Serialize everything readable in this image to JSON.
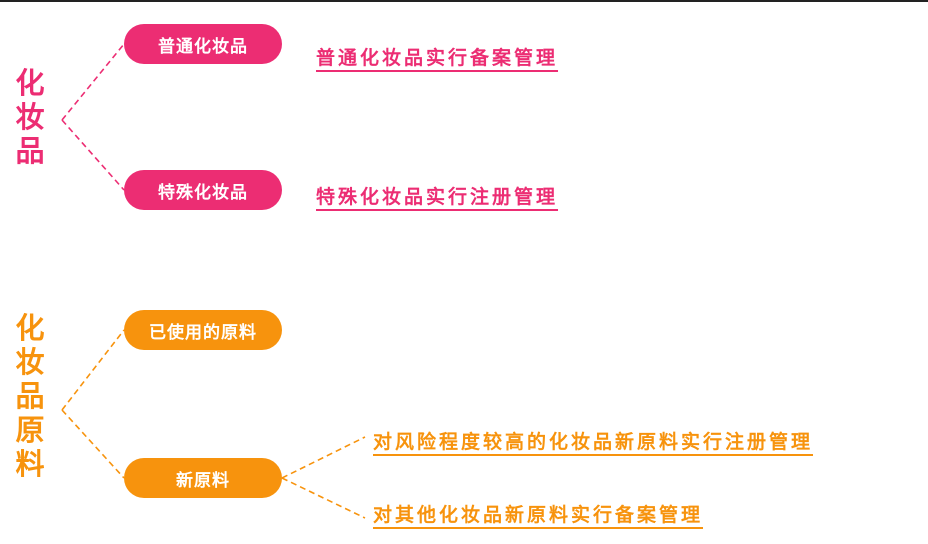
{
  "colors": {
    "cosmetics": "#ec2d73",
    "raw_materials": "#f7930d"
  },
  "cosmetics": {
    "title_chars": [
      "化",
      "妆",
      "品"
    ],
    "branches": [
      {
        "label": "普通化妆品",
        "note": "普通化妆品实行备案管理"
      },
      {
        "label": "特殊化妆品",
        "note": "特殊化妆品实行注册管理"
      }
    ]
  },
  "raw_materials": {
    "title_chars": [
      "化",
      "妆",
      "品",
      "原",
      "料"
    ],
    "branches": [
      {
        "label": "已使用的原料"
      },
      {
        "label": "新原料",
        "notes": [
          "对风险程度较高的化妆品新原料实行注册管理",
          "对其他化妆品新原料实行备案管理"
        ]
      }
    ]
  }
}
